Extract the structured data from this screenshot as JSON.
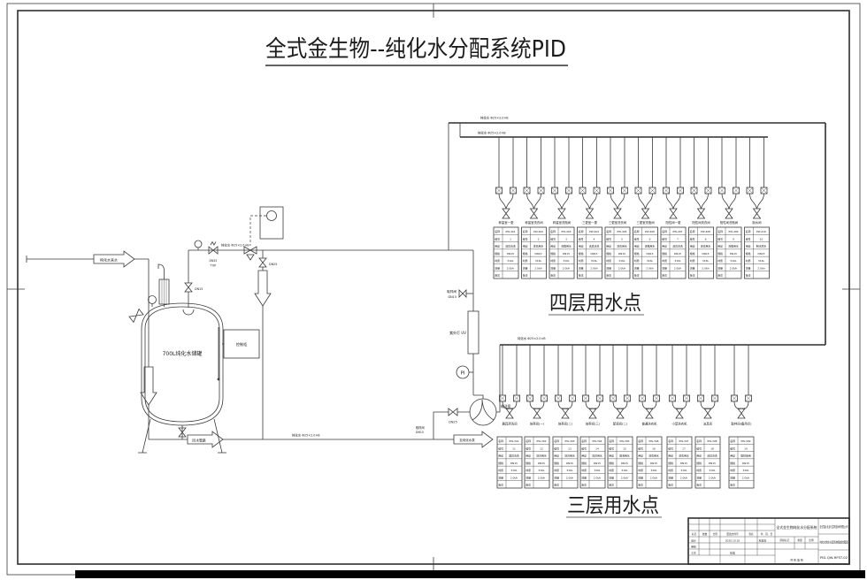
{
  "title": "全式金生物--纯化水分配系统PID",
  "captions": {
    "floor4": "四层用水点",
    "floor3": "三层用水点"
  },
  "tank": {
    "label": "700L纯化水储罐",
    "control_box": "控制柜"
  },
  "flow_labels": {
    "feed": "纯化水来水",
    "bottom": "回水管路",
    "to_pump": "至纯化水泵"
  },
  "pipe_spec": {
    "top": "纯化水 Φ25×2.0×B",
    "floor4": "纯化水 Φ25×2.0×B",
    "floor3": "纯化水 Φ25×2.0×B",
    "return": "纯化水 Φ25×2.0×B",
    "bottom": "纯化水 Φ25×2.0×B"
  },
  "instruments": {
    "pi": "PI",
    "uv": "紫外灯 UV",
    "sample": "取样阀",
    "sample_size": "DN15",
    "sample2": "取样阀",
    "sample2_size": "DN15",
    "pump": "输送泵",
    "pump_valve": "DN25",
    "return_check_size": "DN25",
    "return_check_tag": "TOP",
    "drain_valve": "DN25",
    "spray_valve": "DN15"
  },
  "table_row_labels": [
    "名称",
    "编号",
    "用途",
    "规格",
    "材质",
    "流量",
    "备注"
  ],
  "floor4_points": [
    {
      "label": "称量室一更",
      "rows": [
        "PW-401",
        "1",
        "洁具清洗",
        "DN15",
        "316L",
        "2.0t/h",
        ""
      ]
    },
    {
      "label": "称量室洗衣间",
      "rows": [
        "PW-402",
        "2",
        "洗衣用水",
        "DN15",
        "316L",
        "2.0t/h",
        ""
      ]
    },
    {
      "label": "称量室洗瓶间",
      "rows": [
        "PW-403",
        "3",
        "洗瓶用水",
        "DN15",
        "316L",
        "2.0t/h",
        ""
      ]
    },
    {
      "label": "三更室一更",
      "rows": [
        "PW-404",
        "4",
        "洁具清洗",
        "DN15",
        "316L",
        "2.0t/h",
        ""
      ]
    },
    {
      "label": "三更室洗衣间",
      "rows": [
        "PW-405",
        "5",
        "洗衣用水",
        "DN15",
        "316L",
        "2.0t/h",
        ""
      ]
    },
    {
      "label": "三更室洗瓶间",
      "rows": [
        "PW-406",
        "6",
        "洗瓶用水",
        "DN15",
        "316L",
        "2.0t/h",
        ""
      ]
    },
    {
      "label": "阳性间一更",
      "rows": [
        "PW-407",
        "7",
        "洁具清洗",
        "DN15",
        "316L",
        "2.0t/h",
        ""
      ]
    },
    {
      "label": "阳性间洗衣间",
      "rows": [
        "PW-408",
        "8",
        "洗衣用水",
        "DN15",
        "316L",
        "2.0t/h",
        ""
      ]
    },
    {
      "label": "阳性间洗瓶间",
      "rows": [
        "PW-409",
        "9",
        "洗瓶用水",
        "DN15",
        "316L",
        "2.0t/h",
        ""
      ]
    },
    {
      "label": "制水间",
      "rows": [
        "PW-410",
        "10",
        "制水原水",
        "DN15",
        "316L",
        "2.0t/h",
        ""
      ]
    }
  ],
  "floor3_points": [
    {
      "label": "器具清洗间",
      "rows": [
        "PW-301",
        "11",
        "器具清洗",
        "DN15",
        "316L",
        "2.0t/h",
        ""
      ]
    },
    {
      "label": "培养间(一)",
      "rows": [
        "PW-302",
        "12",
        "培养用水",
        "DN15",
        "316L",
        "2.0t/h",
        ""
      ]
    },
    {
      "label": "培养间(二)",
      "rows": [
        "PW-303",
        "13",
        "培养用水",
        "DN15",
        "316L",
        "2.0t/h",
        ""
      ]
    },
    {
      "label": "培养间(三)",
      "rows": [
        "PW-304",
        "14",
        "培养用水",
        "DN15",
        "316L",
        "2.0t/h",
        ""
      ]
    },
    {
      "label": "配液间(二)",
      "rows": [
        "PW-305",
        "15",
        "配液用水",
        "DN15",
        "316L",
        "2.0t/h",
        ""
      ]
    },
    {
      "label": "普通洗衣机",
      "rows": [
        "PW-306",
        "16",
        "洗衣用水",
        "DN15",
        "316L",
        "2.0t/h",
        ""
      ]
    },
    {
      "label": "小型洗衣机",
      "rows": [
        "PW-307",
        "17",
        "洗衣用水",
        "DN15",
        "316L",
        "2.0t/h",
        ""
      ]
    },
    {
      "label": "洁具间",
      "rows": [
        "PW-308",
        "18",
        "洁具清洗",
        "DN15",
        "316L",
        "2.0t/h",
        ""
      ]
    },
    {
      "label": "取样间(备用点)",
      "rows": [
        "PW-309",
        "19",
        "取样备用",
        "DN15",
        "316L",
        "2.0t/h",
        ""
      ]
    }
  ],
  "titleblock": {
    "company": "全式金(北京)生物技术有限公司",
    "project": "全式金生物纯化水分配系统",
    "drawing_title": "纯化水制水分配系统管道流程图",
    "drawing_no": "PID-QW-RFST-02",
    "rev_headers": [
      "标记",
      "处数",
      "分区",
      "更改文件号",
      "签名",
      "年、月、日"
    ],
    "roles": [
      "设计",
      "2020.10.10",
      "标准化",
      "审核",
      "工艺",
      "批准"
    ],
    "stage_headers": [
      "阶段标记",
      "重量",
      "比例"
    ],
    "sheet": "共 张 第 张"
  },
  "colors": {
    "line": "#3a3a3a",
    "background": "#ffffff",
    "bar": "#000000"
  }
}
